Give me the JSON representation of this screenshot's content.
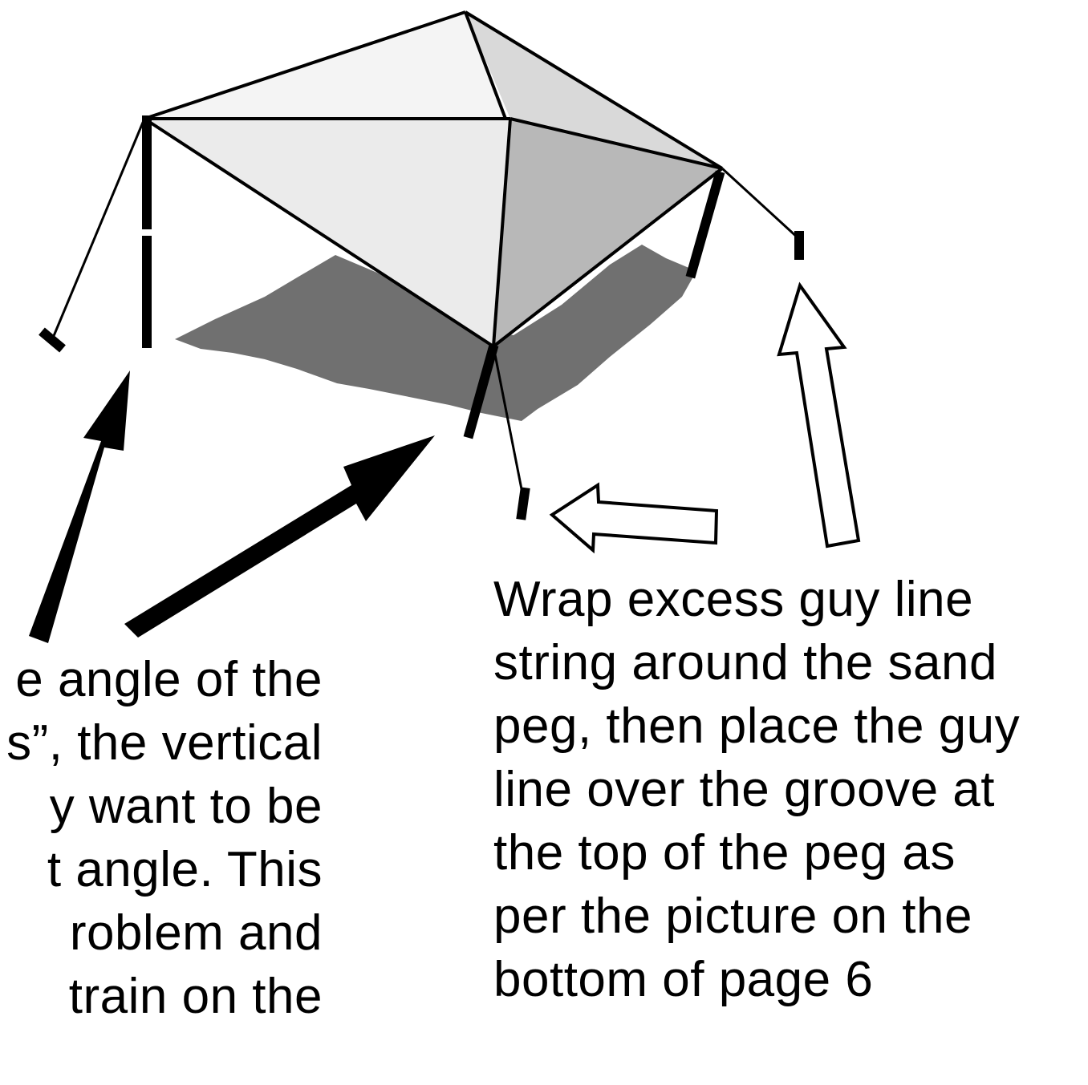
{
  "captions": {
    "left": "e angle of the\ns”, the vertical\ny want to be\nt angle. This\nroblem and\ntrain on the",
    "right": "Wrap excess guy line\nstring around the sand\npeg, then place the guy\nline over the groove at\nthe top of the peg as\nper the picture on the\nbottom of page 6"
  },
  "colors": {
    "canopy_light": "#ececec",
    "canopy_mid": "#b9b9b9",
    "canopy_right": "#d9d9d9",
    "shadow": "#707070",
    "line": "#000000",
    "outline_arrow_fill": "#ffffff"
  },
  "icons": [
    "solid-arrow",
    "outline-arrow",
    "tent-pole",
    "sand-peg",
    "guy-line"
  ]
}
